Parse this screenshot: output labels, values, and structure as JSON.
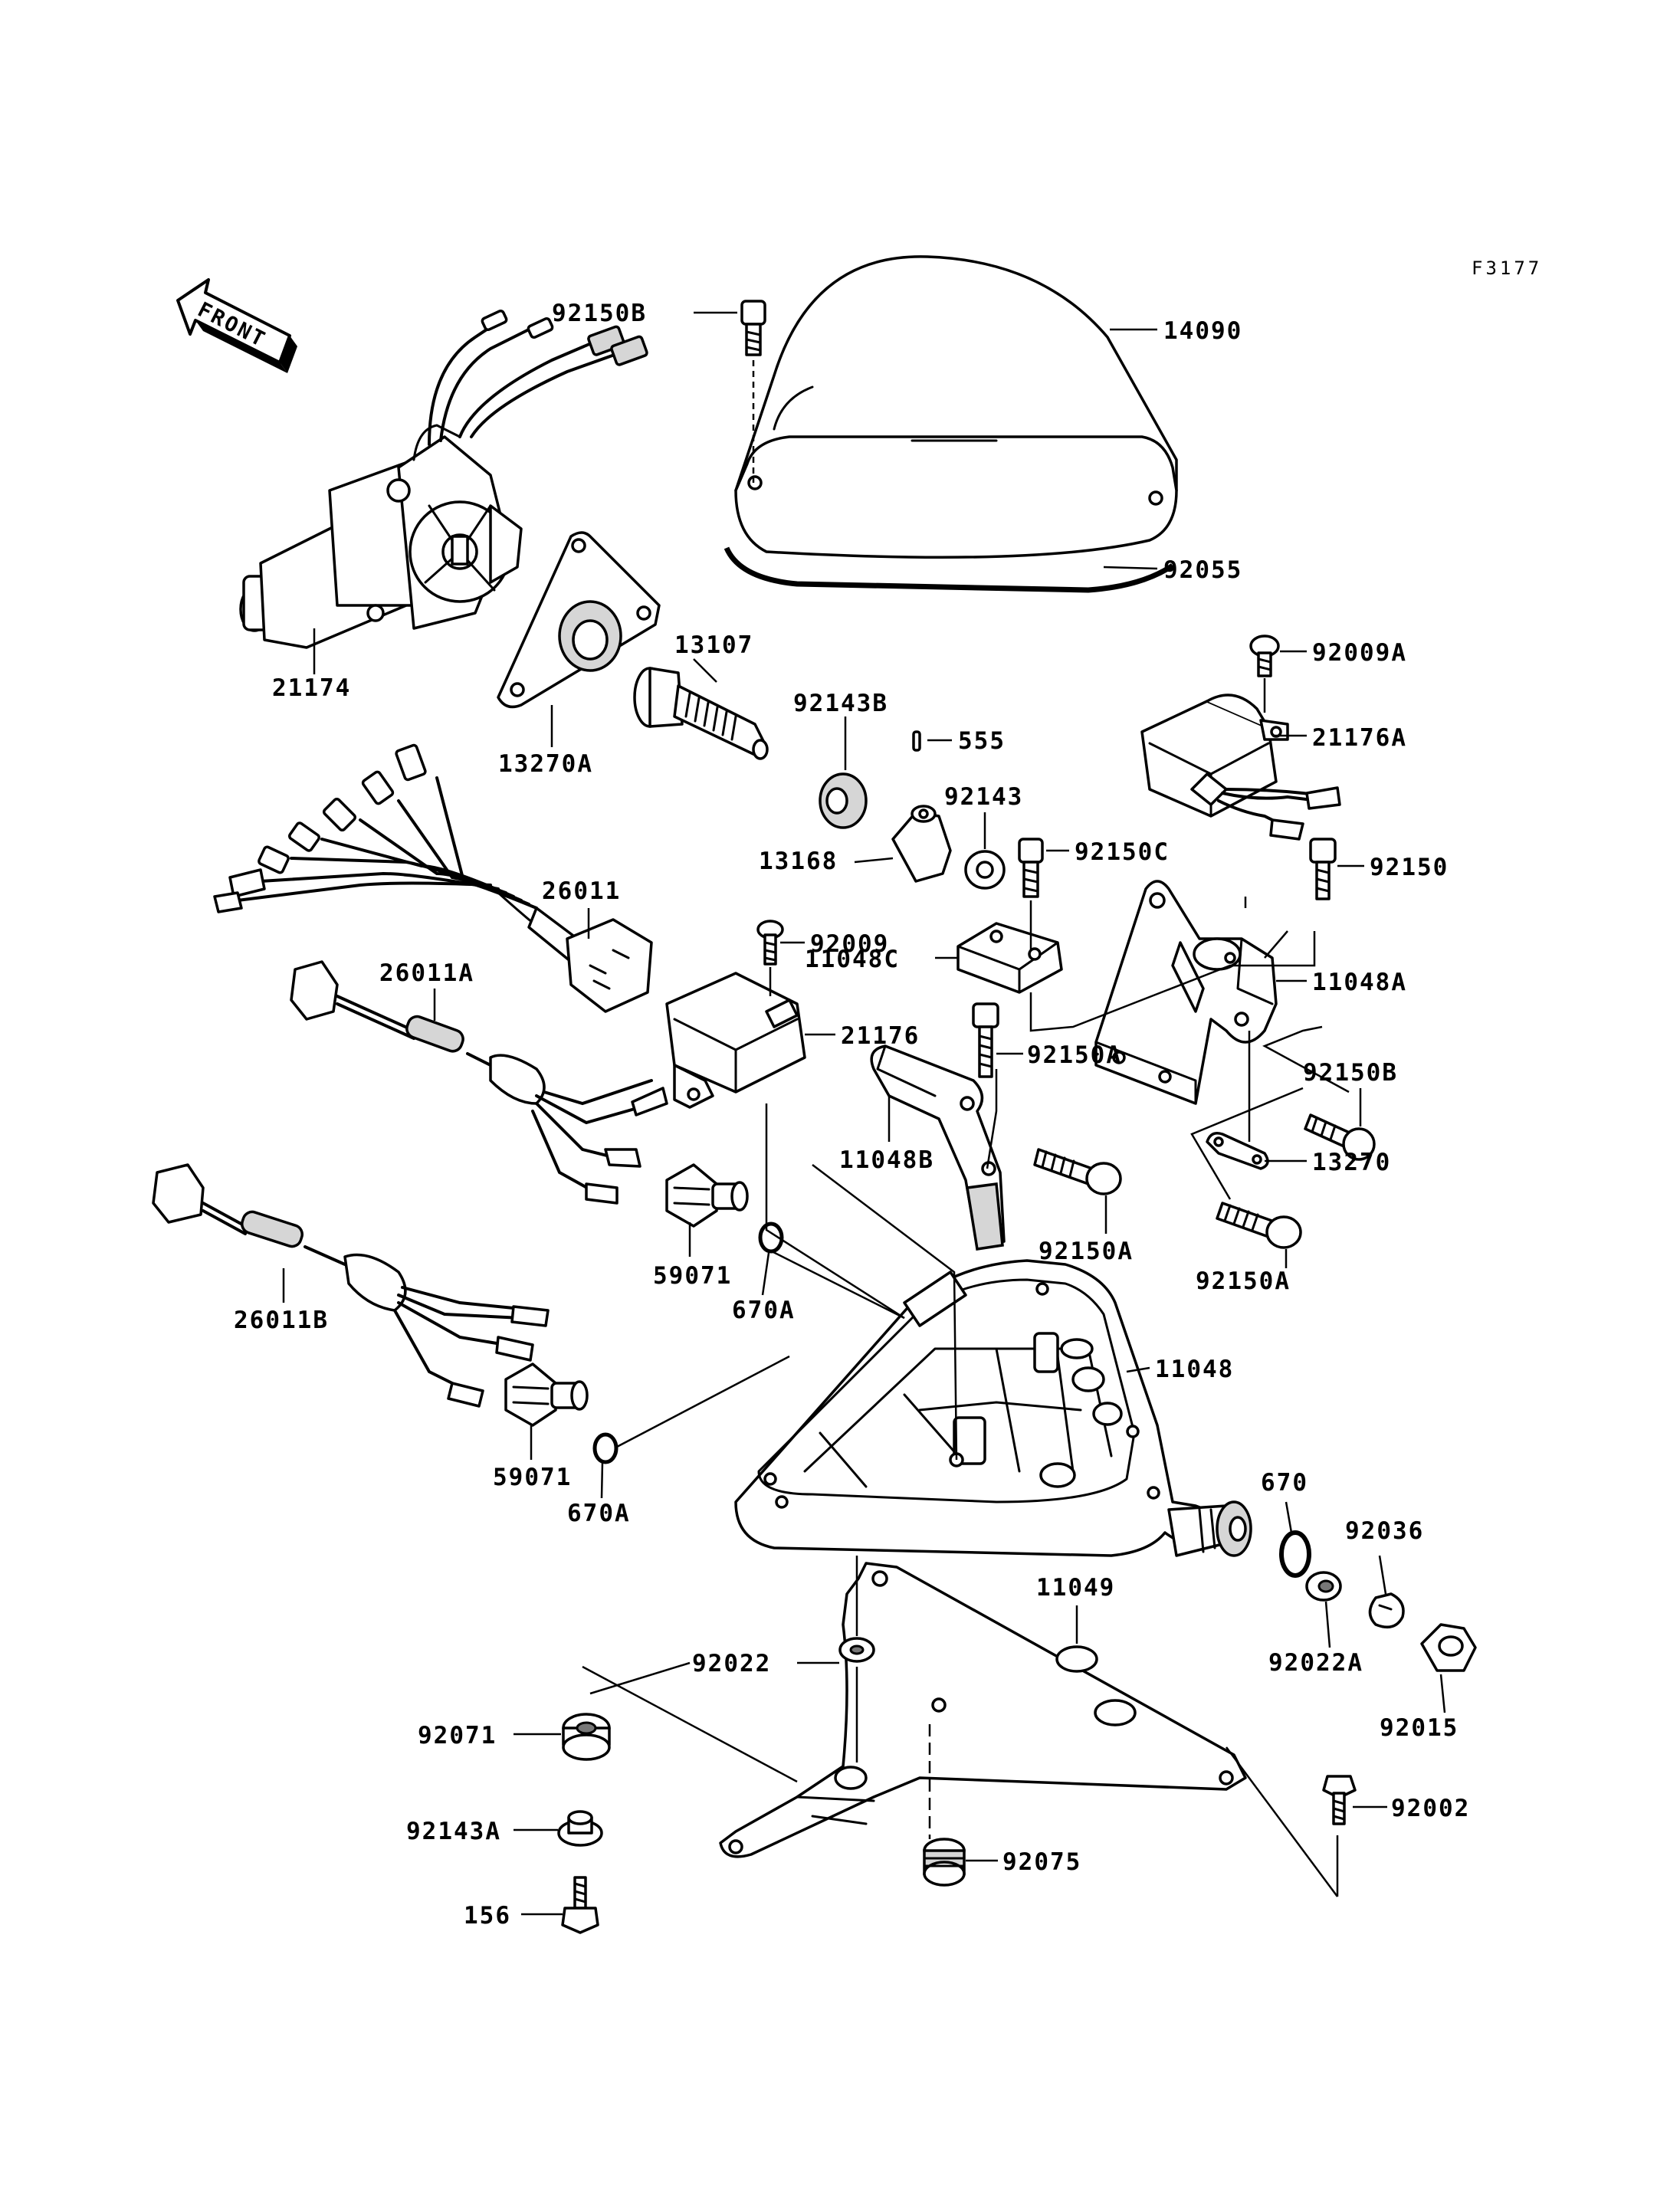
{
  "diagram_code": "F3177",
  "direction_label": "FRONT",
  "labels": {
    "p92150B_top": "92150B",
    "p14090": "14090",
    "p92055": "92055",
    "p21174": "21174",
    "p13107": "13107",
    "p13270A": "13270A",
    "p92009A": "92009A",
    "p21176A": "21176A",
    "p92143B": "92143B",
    "p555": "555",
    "p92143": "92143",
    "p13168": "13168",
    "p92150C": "92150C",
    "p92150": "92150",
    "p26011": "26011",
    "p92009": "92009",
    "p11048C": "11048C",
    "p11048A": "11048A",
    "p26011A": "26011A",
    "p21176": "21176",
    "p92150A_1": "92150A",
    "p92150B_mid": "92150B",
    "p11048B": "11048B",
    "p13270": "13270",
    "p59071_1": "59071",
    "p670A_1": "670A",
    "p92150A_2": "92150A",
    "p92150A_3": "92150A",
    "p26011B": "26011B",
    "p11048": "11048",
    "p59071_2": "59071",
    "p670A_2": "670A",
    "p670": "670",
    "p92036": "92036",
    "p11049": "11049",
    "p92022": "92022",
    "p92022A": "92022A",
    "p92015": "92015",
    "p92071": "92071",
    "p92002": "92002",
    "p92143A": "92143A",
    "p92075": "92075",
    "p156": "156"
  }
}
